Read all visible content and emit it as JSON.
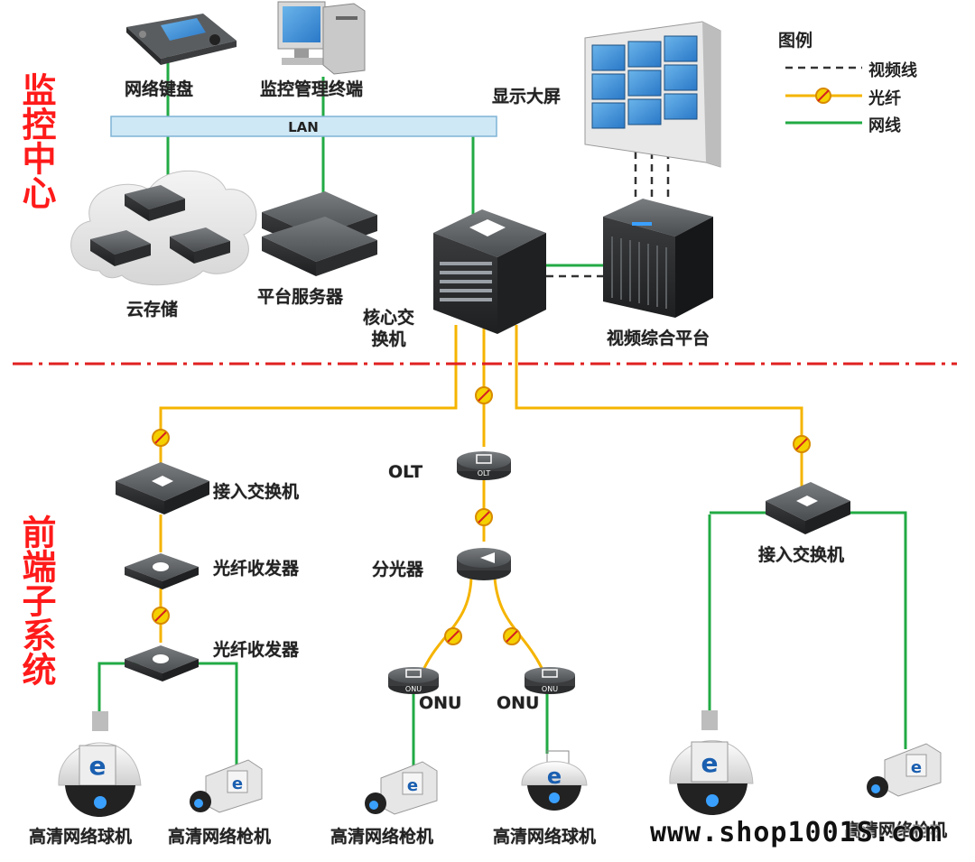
{
  "sections": {
    "center": "监控中心",
    "front": "前端子系统"
  },
  "lan_label": "LAN",
  "legend": {
    "title": "图例",
    "video": "视频线",
    "fiber": "光纤",
    "network": "网线"
  },
  "labels": {
    "keyboard": "网络键盘",
    "mgmt_server": "监控管理终端",
    "videowall": "显示大屏",
    "cloud_storage": "云存储",
    "platform_server": "平台服务器",
    "core_switch": "核心交换机",
    "decode_platform": "视频综合平台",
    "access_switch_left": "接入交换机",
    "olt": "OLT",
    "transceiver_1": "光纤收发器",
    "splitter": "分光器",
    "transceiver_2": "光纤收发器",
    "onu_1": "ONU",
    "onu_2": "ONU",
    "access_switch_right": "接入交换机",
    "cam_dome_1": "高清网络球机",
    "cam_box_1": "高清网络枪机",
    "cam_box_2": "高清网络枪机",
    "cam_dome_2": "高清网络球机",
    "cam_box_3": "高清网络枪机"
  },
  "device_text": {
    "olt": "OLT",
    "onu": "ONU"
  },
  "watermark": "www.shop1001S.com",
  "colors": {
    "section_red": "#ff1a1a",
    "fiber": "#f5b400",
    "network": "#22aa44",
    "video": "#333333",
    "lan_bar": "#cfe8f6",
    "divider": "#e02020"
  }
}
